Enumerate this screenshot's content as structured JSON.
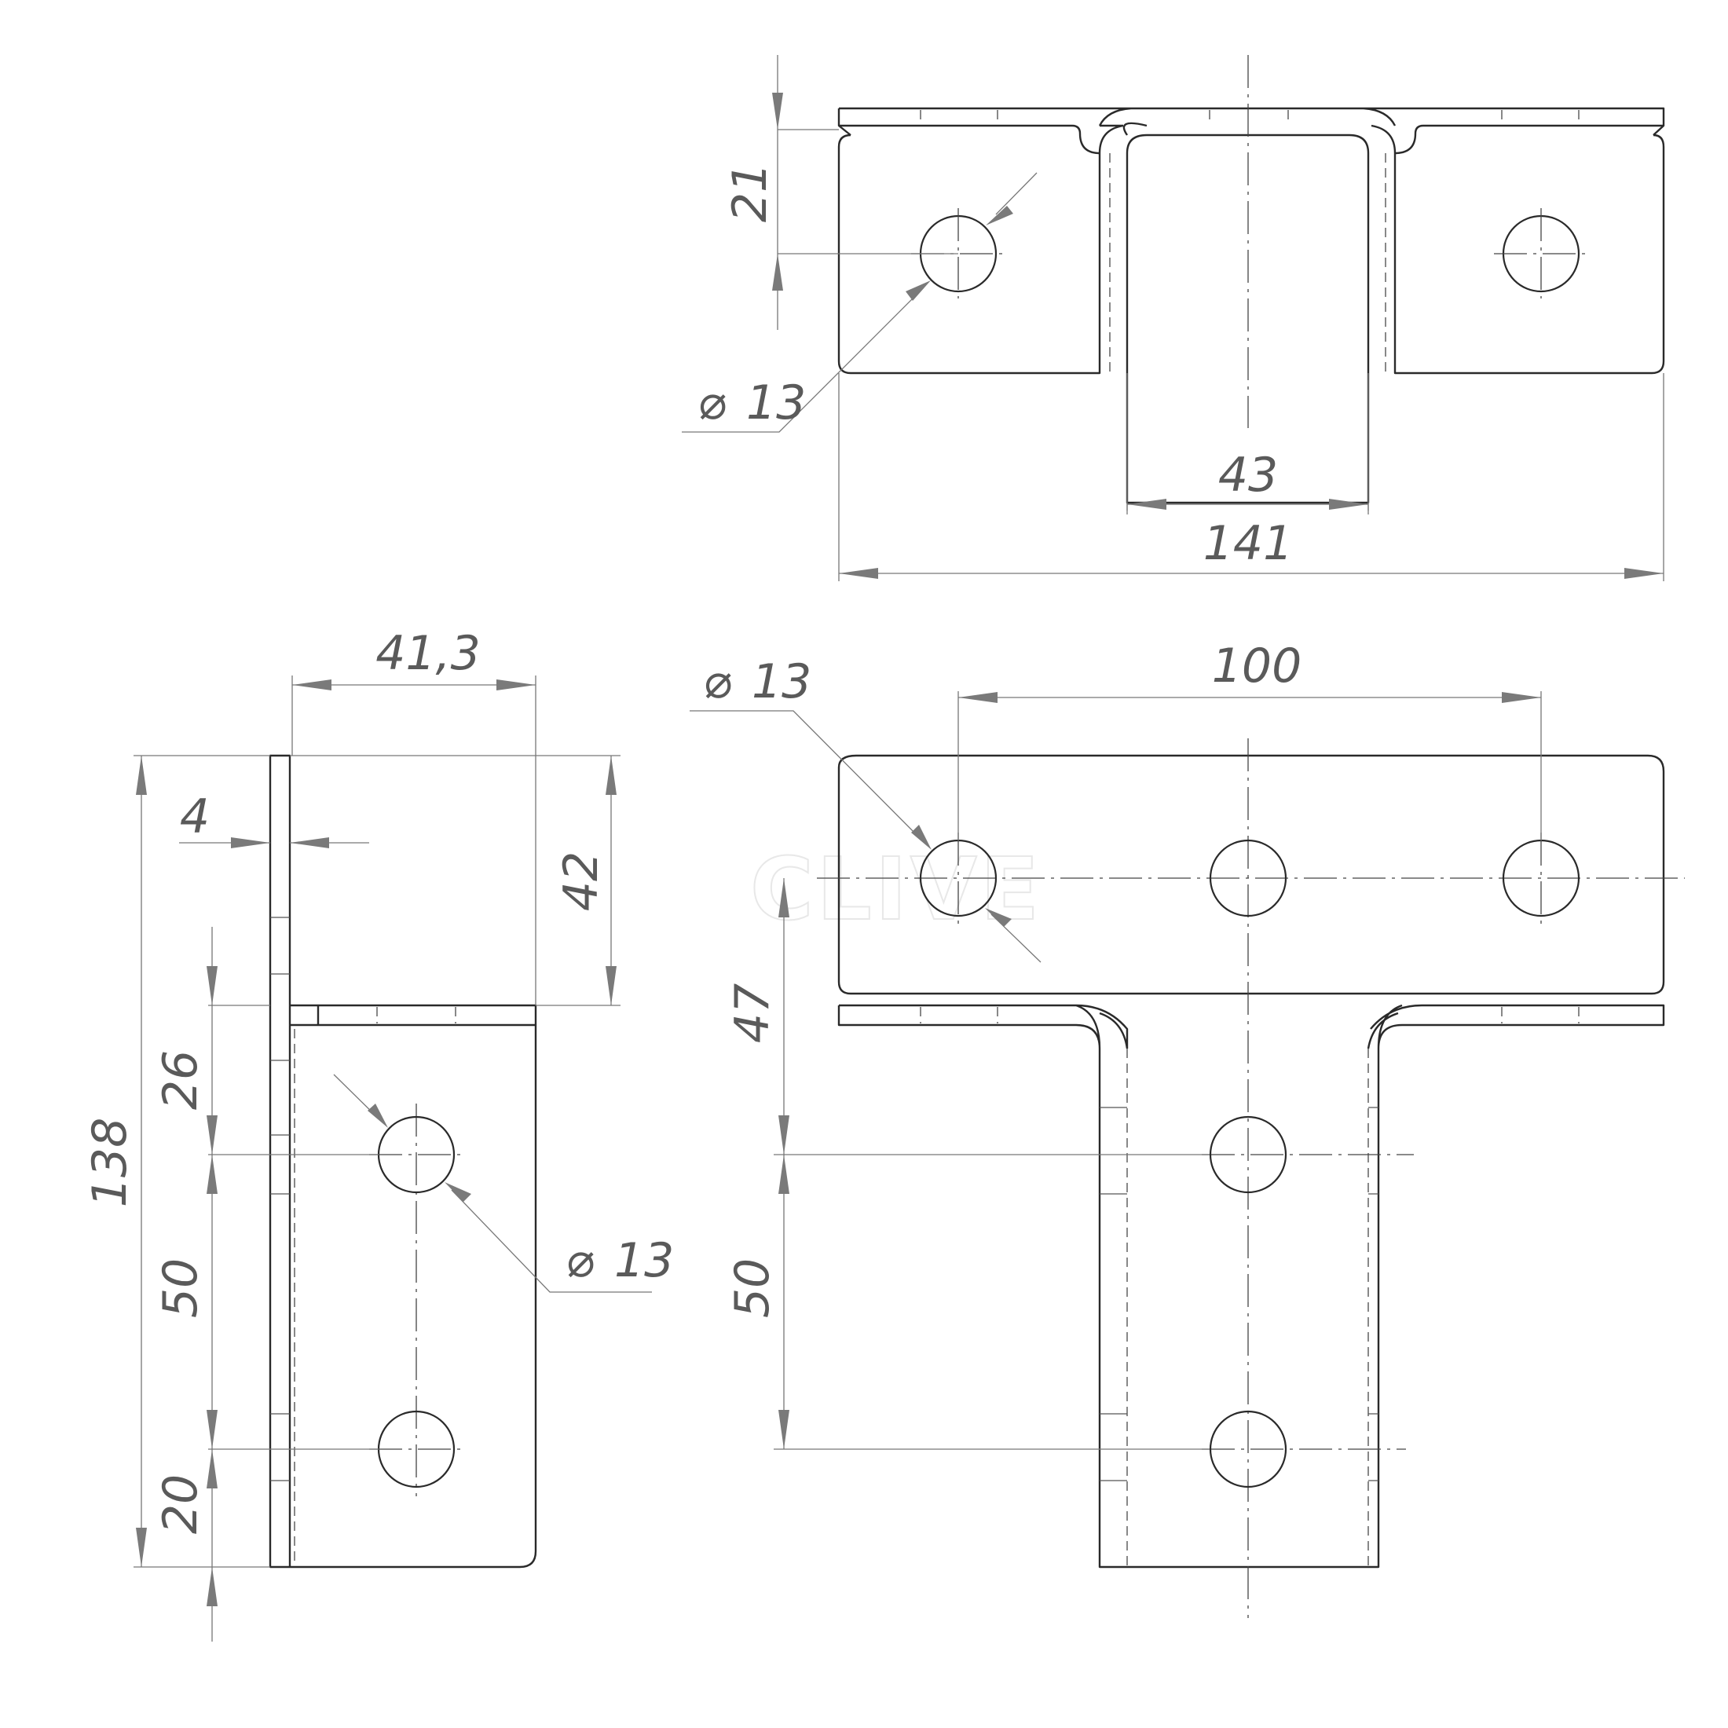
{
  "watermark": "CLIVE",
  "views": {
    "top": {
      "dims": {
        "height": "21",
        "diameter": "13",
        "inner_width": "43",
        "total_width": "141"
      }
    },
    "side": {
      "dims": {
        "width": "41,3",
        "thickness": "4",
        "flange": "42",
        "overall": "138",
        "d1": "26",
        "d2": "50",
        "d3": "20",
        "diameter": "13"
      }
    },
    "front": {
      "dims": {
        "pitch": "100",
        "diameter": "13",
        "d1": "47",
        "d2": "50"
      }
    }
  },
  "diameter_symbol": "⌀",
  "colors": {
    "line": "#2a2a2a",
    "dim": "#777777",
    "text": "#5a5a5a"
  }
}
